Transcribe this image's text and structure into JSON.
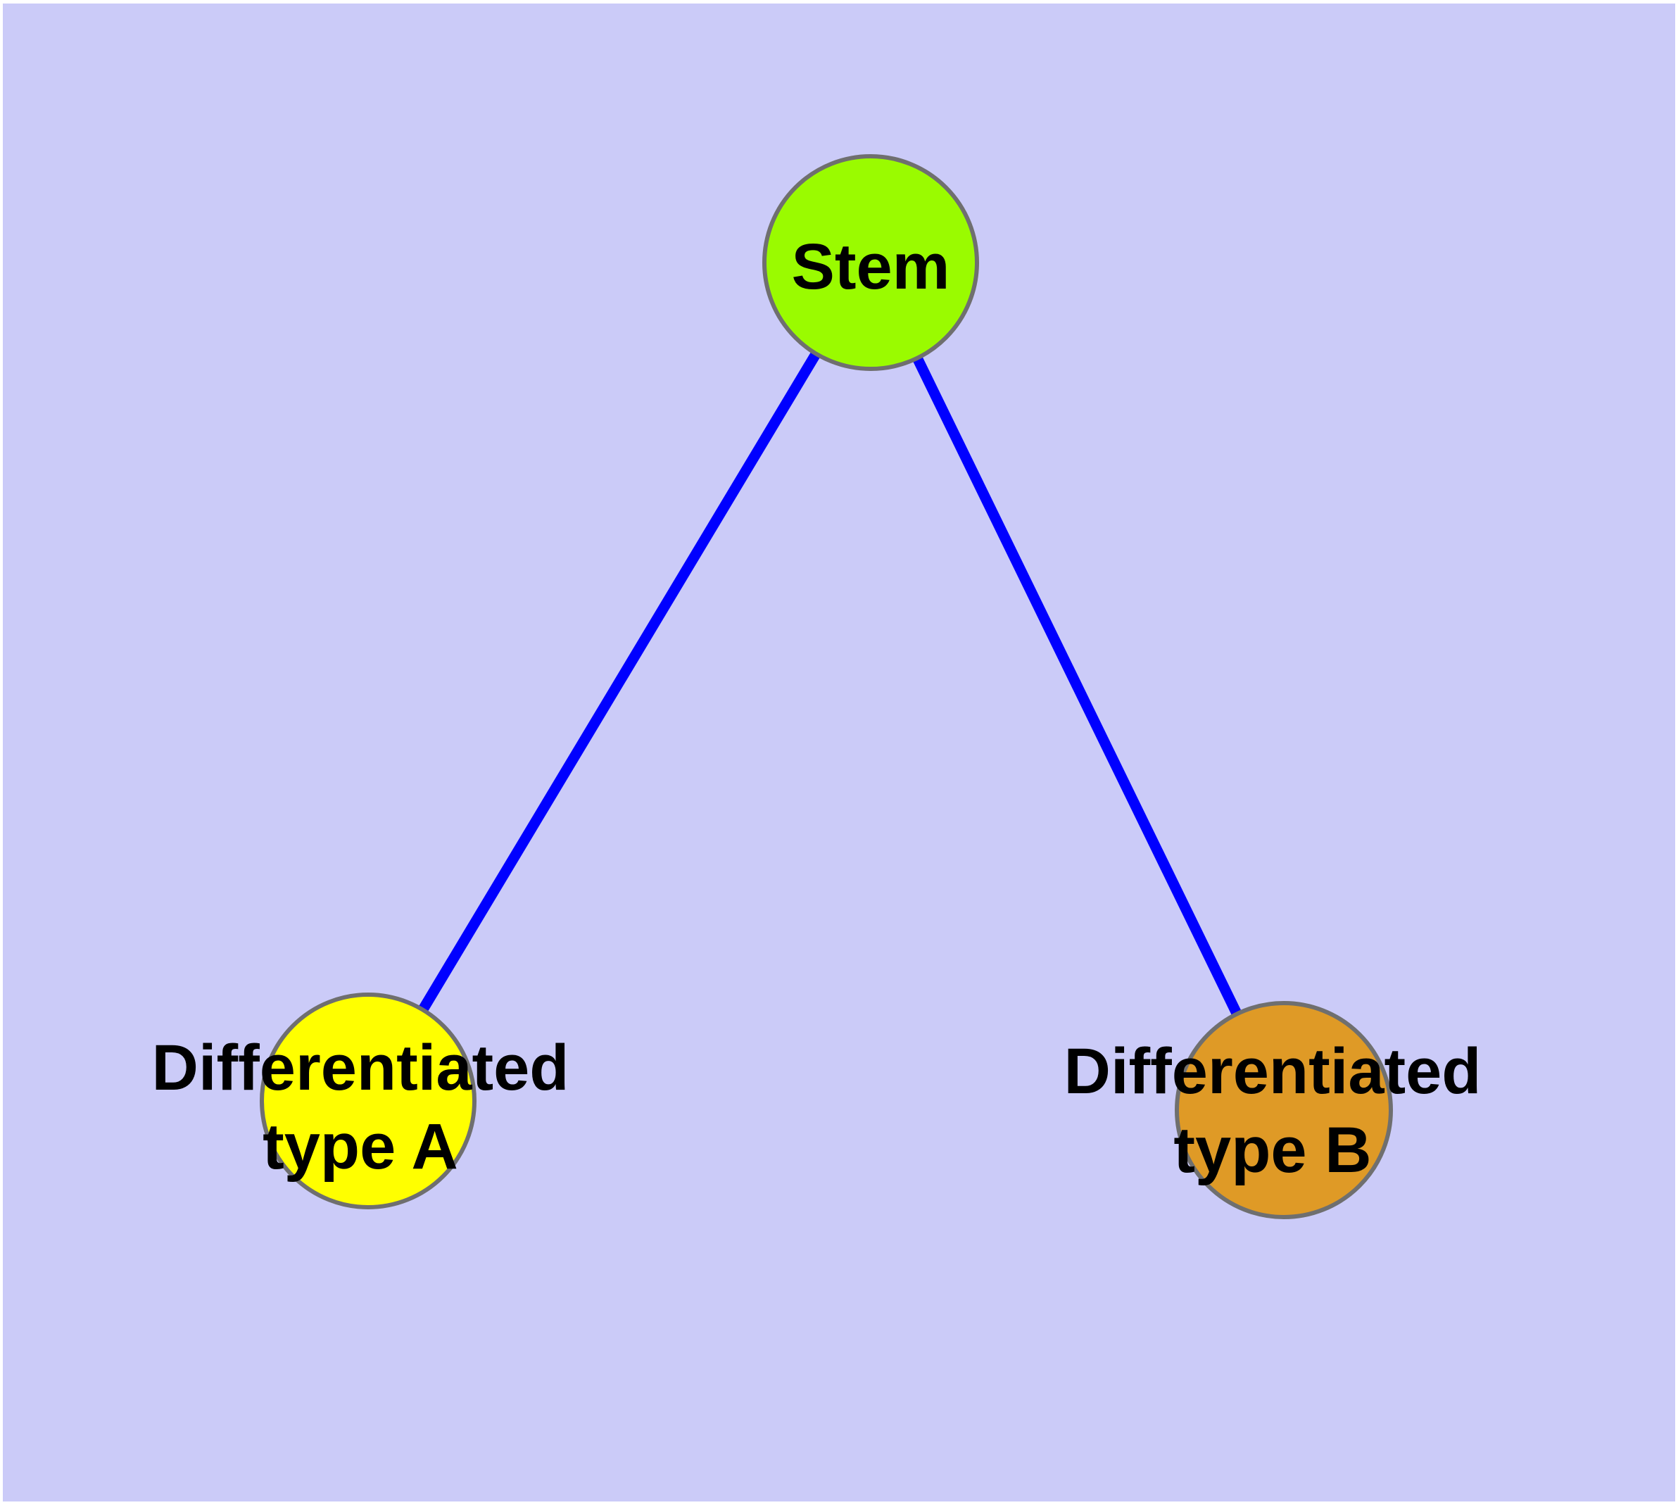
{
  "diagram": {
    "type": "graph",
    "description": "Stem cell differentiation tree with one root node and two child nodes",
    "canvas": {
      "background_color": "#CBCBF8",
      "frame_color": "#FFFFFF",
      "node_border_color": "#6F6F6F"
    },
    "edges": {
      "color": "#0000FF",
      "list": [
        {
          "from": "stem",
          "to": "type_a"
        },
        {
          "from": "stem",
          "to": "type_b"
        }
      ]
    },
    "nodes": {
      "stem": {
        "label": "Stem",
        "color": "#9AFB00"
      },
      "type_a": {
        "label_line1": "Differentiated",
        "label_line2": "type A",
        "color": "#FFFF00"
      },
      "type_b": {
        "label_line1": "Differentiated",
        "label_line2": "type B",
        "color": "#DF9A26"
      }
    }
  }
}
